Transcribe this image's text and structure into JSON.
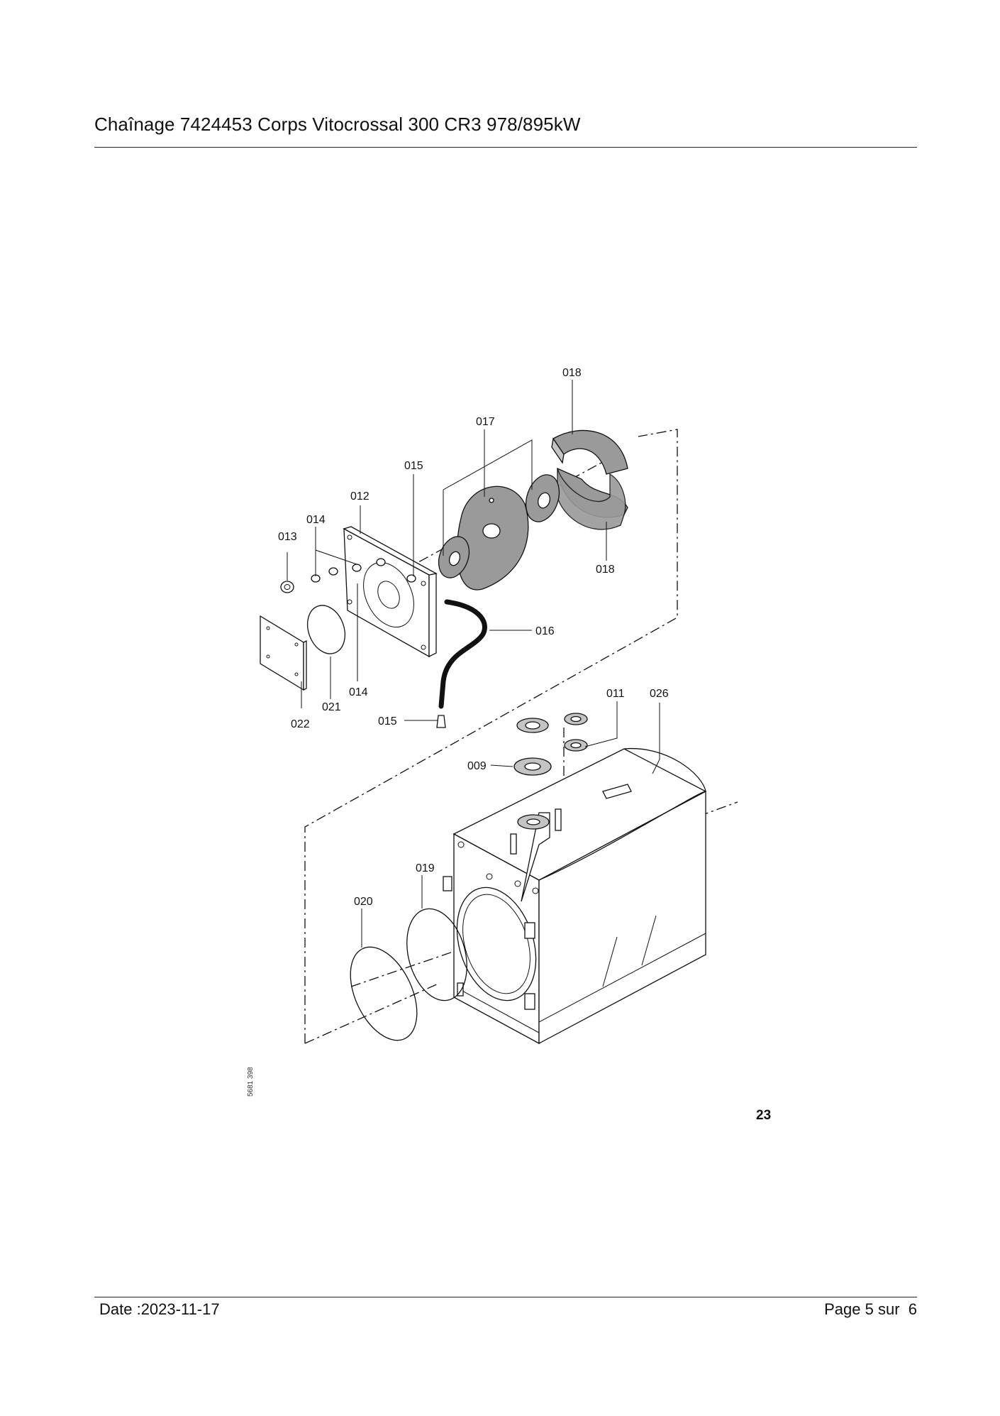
{
  "header": {
    "title": "Chaînage 7424453 Corps Vitocrossal 300 CR3 978/895kW"
  },
  "figure": {
    "callouts": {
      "c018a": "018",
      "c017": "017",
      "c015a": "015",
      "c012": "012",
      "c014a": "014",
      "c013": "013",
      "c018b": "018",
      "c016": "016",
      "c022": "022",
      "c021": "021",
      "c014b": "014",
      "c015b": "015",
      "c011": "011",
      "c026": "026",
      "c009": "009",
      "c019": "019",
      "c020": "020"
    },
    "drawing_id": "5681 398",
    "figure_number": "23"
  },
  "footer": {
    "date": "Date :2023-11-17",
    "page": "Page 5 sur  6"
  }
}
